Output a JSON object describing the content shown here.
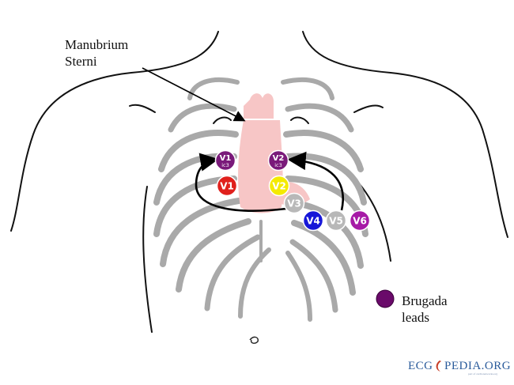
{
  "annotation": {
    "line1": "Manubrium",
    "line2": "Sterni"
  },
  "leads": [
    {
      "id": "v1ic3",
      "label": "V1",
      "sub": "ic3",
      "color": "#7a1a7a",
      "text": "#ffffff"
    },
    {
      "id": "v2ic3",
      "label": "V2",
      "sub": "ic3",
      "color": "#7a1a7a",
      "text": "#ffffff"
    },
    {
      "id": "v1",
      "label": "V1",
      "sub": "",
      "color": "#e0201c",
      "text": "#ffffff"
    },
    {
      "id": "v2",
      "label": "V2",
      "sub": "",
      "color": "#f4ea00",
      "text": "#111111"
    },
    {
      "id": "v3",
      "label": "V3",
      "sub": "",
      "color": "#b8b8b8",
      "text": "#ffffff"
    },
    {
      "id": "v4",
      "label": "V4",
      "sub": "",
      "color": "#1616d8",
      "text": "#ffffff"
    },
    {
      "id": "v5",
      "label": "V5",
      "sub": "",
      "color": "#b8b8b8",
      "text": "#ffffff"
    },
    {
      "id": "v6",
      "label": "V6",
      "sub": "",
      "color": "#a61aa6",
      "text": "#ffffff"
    }
  ],
  "legend": {
    "line1": "Brugada",
    "line2": "leads",
    "color": "#6a0a6a"
  },
  "brand": {
    "text_left": "ECG",
    "text_right": "PEDIA.ORG",
    "tagline": "part of cardionetworks.org"
  }
}
